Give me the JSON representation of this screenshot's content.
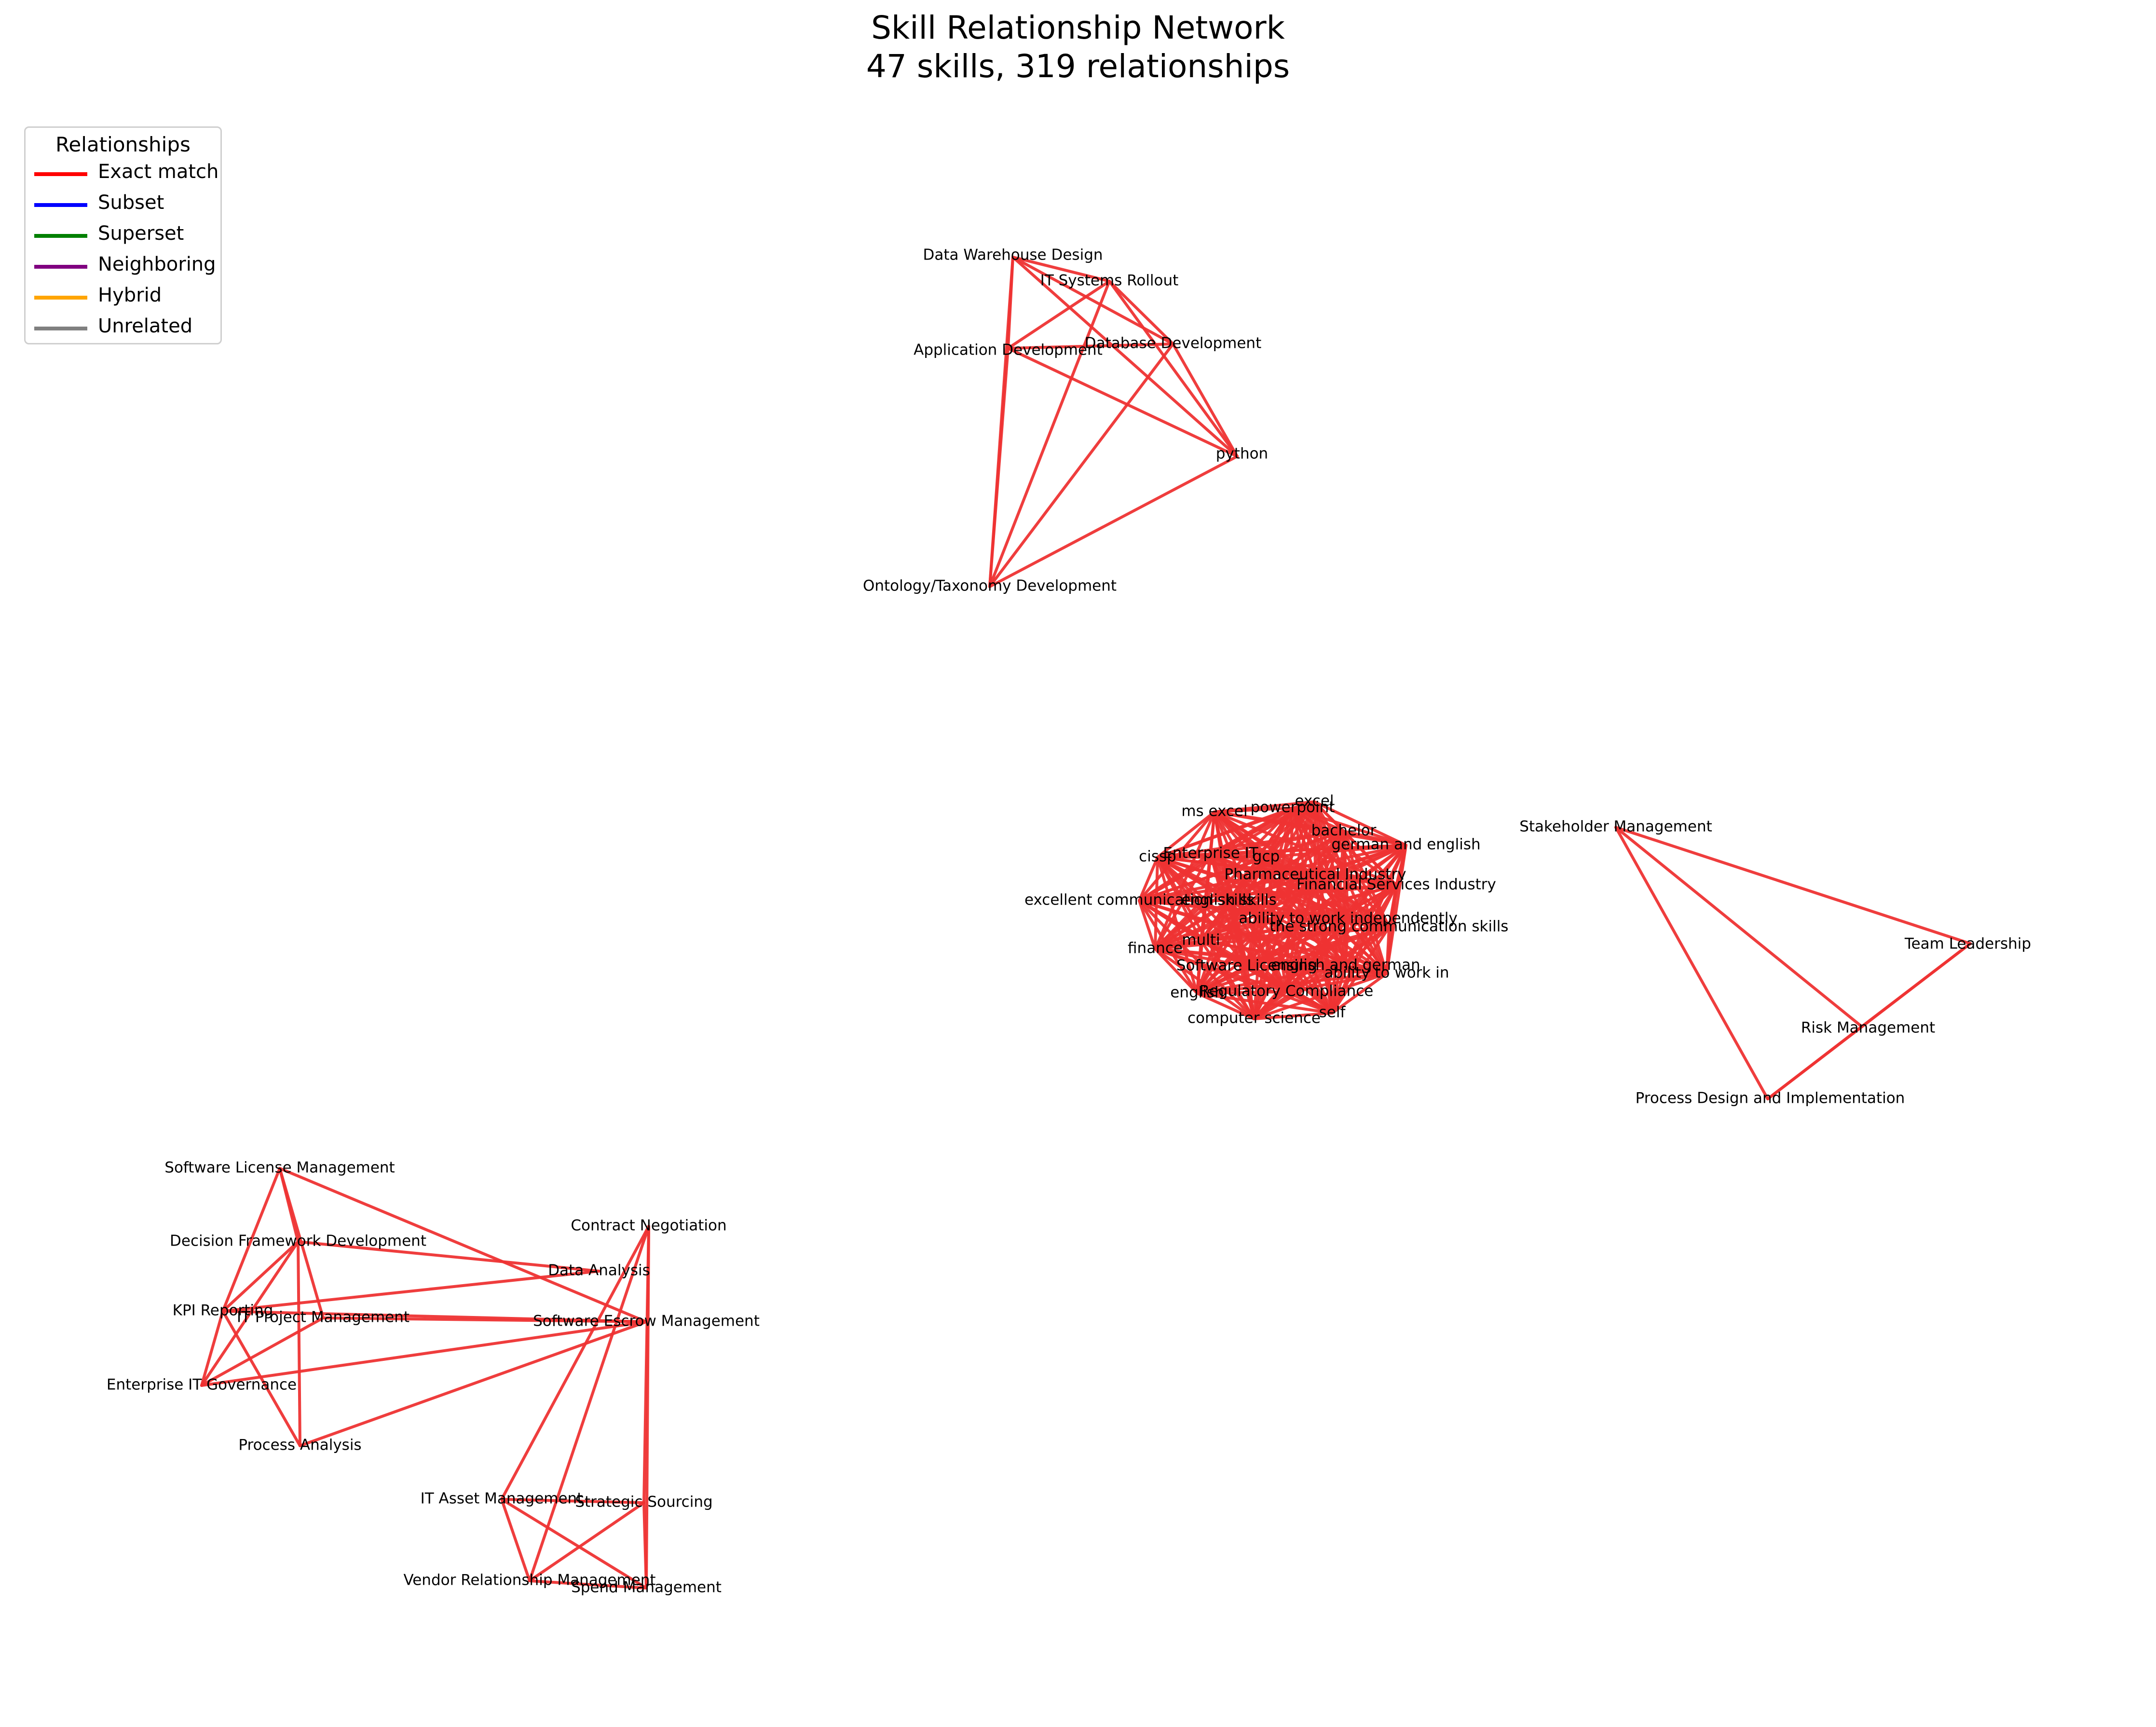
{
  "title": "Skill Relationship Network",
  "subtitle": "47 skills, 319 relationships",
  "legend": {
    "title": "Relationships",
    "items": [
      {
        "label": "Exact match",
        "color": "#ff0000"
      },
      {
        "label": "Subset",
        "color": "#0000ff"
      },
      {
        "label": "Superset",
        "color": "#008000"
      },
      {
        "label": "Neighboring",
        "color": "#800080"
      },
      {
        "label": "Hybrid",
        "color": "#ffa500"
      },
      {
        "label": "Unrelated",
        "color": "#808080"
      }
    ]
  },
  "edge_color": "#ee3333",
  "nodes": [
    "Data Warehouse Design",
    "IT Systems Rollout",
    "Application Development",
    "Database Development",
    "python",
    "Ontology/Taxonomy Development",
    "Stakeholder Management",
    "Team Leadership",
    "Risk Management",
    "Process Design and Implementation",
    "Software License Management",
    "Decision Framework Development",
    "KPI Reporting",
    "IT Project Management",
    "Enterprise IT Governance",
    "Process Analysis",
    "Data Analysis",
    "Software Escrow Management",
    "Contract Negotiation",
    "IT Asset Management",
    "Strategic Sourcing",
    "Vendor Relationship Management",
    "Spend Management",
    "ms excel",
    "powerpoint",
    "excel",
    "bachelor",
    "german and english",
    "cissp",
    "Enterprise IT",
    "gcp",
    "Pharmaceutical Industry",
    "Financial Services Industry",
    "excellent communication skills",
    "english skills",
    "ability to work independently",
    "the strong communication skills",
    "multi",
    "finance",
    "Software Licensing",
    "english and german",
    "ability to work in",
    "english",
    "Regulatory Compliance",
    "self",
    "computer science"
  ],
  "edges": [
    [
      "Data Warehouse Design",
      "IT Systems Rollout"
    ],
    [
      "Data Warehouse Design",
      "Application Development"
    ],
    [
      "Data Warehouse Design",
      "Database Development"
    ],
    [
      "Data Warehouse Design",
      "python"
    ],
    [
      "Data Warehouse Design",
      "Ontology/Taxonomy Development"
    ],
    [
      "IT Systems Rollout",
      "Application Development"
    ],
    [
      "IT Systems Rollout",
      "Database Development"
    ],
    [
      "IT Systems Rollout",
      "python"
    ],
    [
      "IT Systems Rollout",
      "Ontology/Taxonomy Development"
    ],
    [
      "Application Development",
      "Database Development"
    ],
    [
      "Application Development",
      "python"
    ],
    [
      "Application Development",
      "Ontology/Taxonomy Development"
    ],
    [
      "Database Development",
      "python"
    ],
    [
      "Database Development",
      "Ontology/Taxonomy Development"
    ],
    [
      "python",
      "Ontology/Taxonomy Development"
    ],
    [
      "Stakeholder Management",
      "Team Leadership"
    ],
    [
      "Stakeholder Management",
      "Risk Management"
    ],
    [
      "Stakeholder Management",
      "Process Design and Implementation"
    ],
    [
      "Team Leadership",
      "Risk Management"
    ],
    [
      "Team Leadership",
      "Process Design and Implementation"
    ],
    [
      "Risk Management",
      "Process Design and Implementation"
    ],
    [
      "Software License Management",
      "KPI Reporting"
    ],
    [
      "Software License Management",
      "IT Project Management"
    ],
    [
      "Software License Management",
      "Software Escrow Management"
    ],
    [
      "Software License Management",
      "Decision Framework Development"
    ],
    [
      "Decision Framework Development",
      "KPI Reporting"
    ],
    [
      "Decision Framework Development",
      "Enterprise IT Governance"
    ],
    [
      "Decision Framework Development",
      "Process Analysis"
    ],
    [
      "Decision Framework Development",
      "Data Analysis"
    ],
    [
      "KPI Reporting",
      "Data Analysis"
    ],
    [
      "KPI Reporting",
      "Enterprise IT Governance"
    ],
    [
      "KPI Reporting",
      "Process Analysis"
    ],
    [
      "KPI Reporting",
      "Software Escrow Management"
    ],
    [
      "IT Project Management",
      "Software Escrow Management"
    ],
    [
      "Enterprise IT Governance",
      "Software Escrow Management"
    ],
    [
      "Enterprise IT Governance",
      "IT Project Management"
    ],
    [
      "Process Analysis",
      "Software Escrow Management"
    ],
    [
      "Contract Negotiation",
      "IT Asset Management"
    ],
    [
      "Contract Negotiation",
      "Strategic Sourcing"
    ],
    [
      "Contract Negotiation",
      "Vendor Relationship Management"
    ],
    [
      "Contract Negotiation",
      "Spend Management"
    ],
    [
      "IT Asset Management",
      "Strategic Sourcing"
    ],
    [
      "IT Asset Management",
      "Vendor Relationship Management"
    ],
    [
      "IT Asset Management",
      "Spend Management"
    ],
    [
      "Strategic Sourcing",
      "Vendor Relationship Management"
    ],
    [
      "Strategic Sourcing",
      "Spend Management"
    ],
    [
      "Vendor Relationship Management",
      "Spend Management"
    ]
  ],
  "dense_cluster": [
    "ms excel",
    "powerpoint",
    "excel",
    "bachelor",
    "german and english",
    "cissp",
    "Enterprise IT",
    "gcp",
    "Pharmaceutical Industry",
    "Financial Services Industry",
    "excellent communication skills",
    "english skills",
    "ability to work independently",
    "the strong communication skills",
    "multi",
    "finance",
    "Software Licensing",
    "english and german",
    "ability to work in",
    "english",
    "Regulatory Compliance",
    "self",
    "computer science"
  ]
}
